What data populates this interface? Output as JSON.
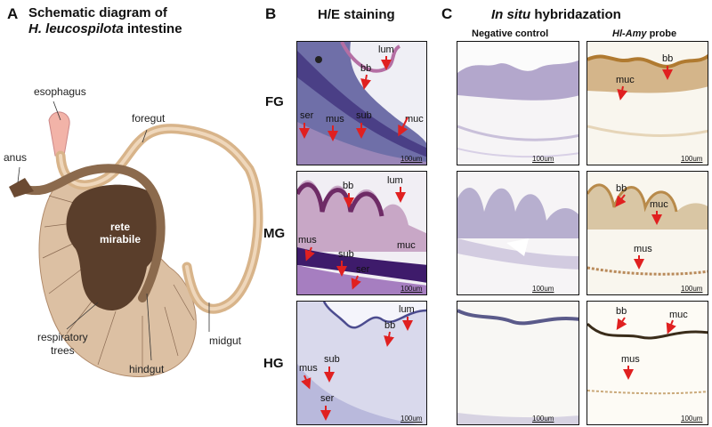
{
  "panel_a": {
    "letter": "A",
    "title_line1": "Schematic diagram of",
    "title_line2_italic": "H. leucospilota",
    "title_line2_rest": " intestine",
    "labels": {
      "esophagus": "esophagus",
      "foregut": "foregut",
      "anus": "anus",
      "rete1": "rete",
      "rete2": "mirabile",
      "midgut": "midgut",
      "resp1": "respiratory",
      "resp2": "trees",
      "hindgut": "hindgut"
    }
  },
  "panel_b": {
    "letter": "B",
    "title": "H/E staining",
    "rows": [
      "FG",
      "MG",
      "HG"
    ],
    "scale": "100um",
    "annotations": {
      "fg": [
        "lum",
        "bb",
        "muc",
        "sub",
        "mus",
        "ser"
      ],
      "mg": [
        "bb",
        "lum",
        "muc",
        "mus",
        "sub",
        "ser"
      ],
      "hg": [
        "lum",
        "bb",
        "sub",
        "mus",
        "ser"
      ]
    }
  },
  "panel_c": {
    "letter": "C",
    "title_italic": "In situ",
    "title_rest": " hybridazation",
    "col_neg": "Negative control",
    "col_probe_italic": "Hl-Amy",
    "col_probe_rest": " probe",
    "scale": "100um",
    "annotations": {
      "fg": [
        "bb",
        "muc"
      ],
      "mg": [
        "bb",
        "muc",
        "mus"
      ],
      "hg": [
        "bb",
        "muc",
        "mus"
      ]
    }
  },
  "colors": {
    "intestine": "#d8b48a",
    "esophagus": "#f2b3a8",
    "hindgut": "#8b6a4d",
    "rete": "#5a3e2b",
    "trees": "#c9a58a",
    "arrow": "#e02020"
  }
}
